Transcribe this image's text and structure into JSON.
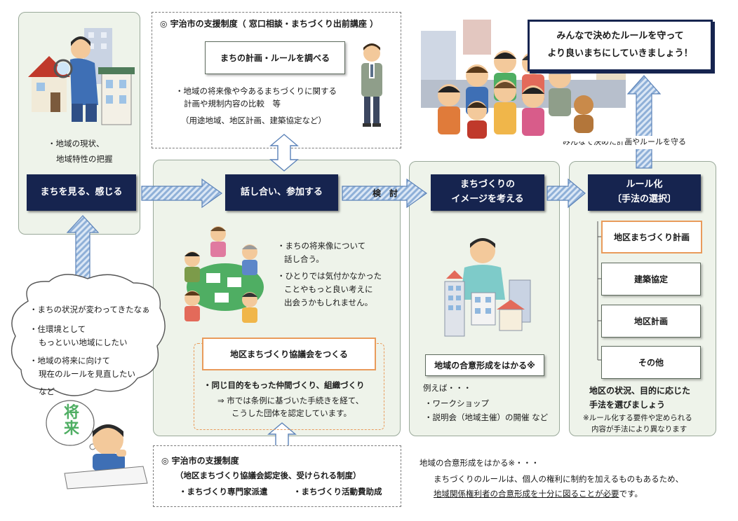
{
  "support_top": {
    "title": "◎ 宇治市の支援制度（ 窓口相談・まちづくり出前講座 ）",
    "box": "まちの計画・ルールを調べる",
    "bullet_line1": "・地域の将来像や今あるまちづくりに関する",
    "bullet_line2": "計画や規制内容の比較　等",
    "bullet_line3": "（用途地域、地区計画、建築協定など）"
  },
  "observe": {
    "note_line1": "・地域の現状、",
    "note_line2": "地域特性の把握",
    "box": "まちを見る、感じる"
  },
  "discuss": {
    "box": "話し合い、参加する",
    "note1_line1": "・まちの将来像について",
    "note1_line2": "話し合う。",
    "note2_line1": "・ひとりでは気付かなかった",
    "note2_line2": "ことやもっと良い考えに",
    "note2_line3": "出会うかもしれません。",
    "council_box": "地区まちづくり協議会をつくる",
    "council_line1": "・同じ目的をもった仲間づくり、組織づくり",
    "council_line2": "⇒ 市では条例に基づいた手続きを経て、",
    "council_line3": "こうした団体を認定しています。"
  },
  "arrow_label": "検　討",
  "image": {
    "box_line1": "まちづくりの",
    "box_line2": "イメージを考える",
    "consensus_box": "地域の合意形成をはかる※",
    "examples_title": "例えば・・・",
    "example1": "・ワークショップ",
    "example2": "・説明会（地域主催）の開催 など"
  },
  "rules": {
    "box_line1": "ルール化",
    "box_line2": "〔手法の選択〕",
    "options": [
      "地区まちづくり計画",
      "建築協定",
      "地区計画",
      "その他"
    ],
    "choose_line1": "地区の状況、目的に応じた",
    "choose_line2": "手法を選びましょう",
    "note_line1": "※ルール化する要件や定められる",
    "note_line2": "内容が手法により異なります"
  },
  "goal": {
    "line1": "みんなで決めたルールを守って",
    "line2": "より良いまちにしていきましょう！",
    "arrow_caption": "みんなで決めた計画やルールを守る"
  },
  "bubble": {
    "line1": "・まちの状況が変わってきたなぁ",
    "line2": "・住環境として",
    "line3": "もっといい地域にしたい",
    "line4": "・地域の将来に向けて",
    "line5": "現在のルールを見直したい",
    "line6": "など",
    "thought": "将来"
  },
  "support_bottom": {
    "title": "◎ 宇治市の支援制度",
    "sub": "（地区まちづくり協議会認定後、受けられる制度）",
    "item1": "・まちづくり専門家派遣",
    "item2": "・まちづくり活動費助成"
  },
  "footnote": {
    "line1": "地域の合意形成をはかる※・・・",
    "line2": "まちづくりのルールは、個人の権利に制約を加えるものもあるため、",
    "line3_underlined": "地域関係権利者の合意形成を十分に図ることが必要",
    "line3_rest": "です。"
  },
  "colors": {
    "navy": "#16244f",
    "panel": "#eef3ea",
    "orange": "#e99b5b",
    "arrow": "#8fb0d8"
  }
}
